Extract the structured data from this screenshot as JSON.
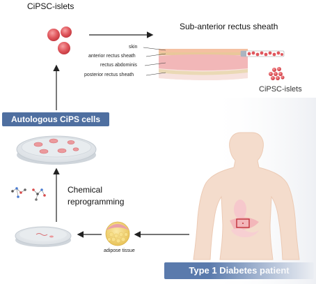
{
  "title_islets": "CiPSC-islets",
  "site_title": "Sub-anterior rectus sheath",
  "layers": {
    "skin": "skin",
    "anterior": "anterior rectus sheath",
    "rectus": "rectus abdominis",
    "posterior": "posterior rectus sheath"
  },
  "islets_label_right": "CiPSC-islets",
  "autologous_label": "Autologous CiPS cells",
  "chem_line1": "Chemical",
  "chem_line2": "reprogramming",
  "adipose_label": "adipose tissue",
  "patient_label": "Type 1 Diabetes patient",
  "colors": {
    "islet": "#e0575d",
    "badge": "#4f6fa0",
    "patient_badge": "#5a7aac",
    "body": "#f4dccc",
    "fat": "#f1d66e"
  }
}
